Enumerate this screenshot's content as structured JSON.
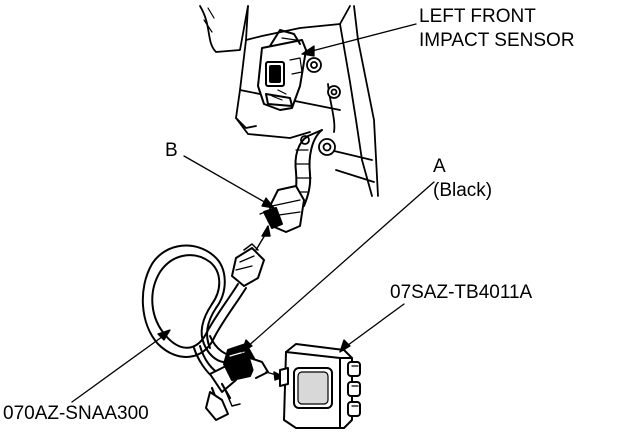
{
  "labels": {
    "sensor_line1": "LEFT FRONT",
    "sensor_line2": "IMPACT SENSOR",
    "connector_b": "B",
    "connector_a": "A",
    "connector_a_note": "(Black)",
    "harness_part": "07SAZ-TB4011A",
    "adapter_part": "070AZ-SNAA300"
  },
  "colors": {
    "ink": "#000000",
    "background": "#ffffff",
    "fill": "#ffffff",
    "shade": "#d8d8d8"
  }
}
